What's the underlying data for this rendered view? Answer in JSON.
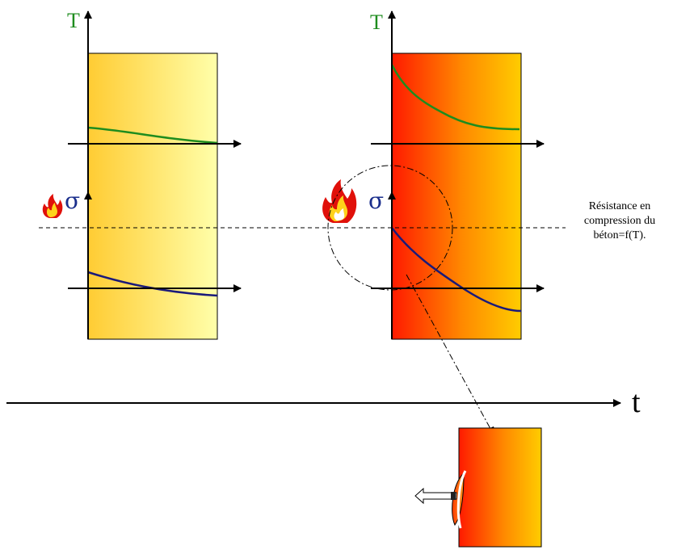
{
  "labels": {
    "left_temperature_axis": "T",
    "right_temperature_axis": "T",
    "left_stress_axis": "σ",
    "right_stress_axis": "σ",
    "time_axis": "t",
    "annotation_line1": "Résistance en",
    "annotation_line2": "compression du",
    "annotation_line3": "béton=f(T)."
  },
  "colors": {
    "temperature_curve": "#1e8c1e",
    "stress_curve": "#1a1a7a",
    "temperature_label": "#1e8c1e",
    "stress_label": "#1a2e8c",
    "cool_wall_start": "#ffcc33",
    "cool_wall_end": "#ffffaa",
    "hot_wall_start": "#ff1a00",
    "hot_wall_end": "#ffcc00"
  },
  "icons": [
    "small-fire-icon",
    "large-fire-icon",
    "spalling-arrow-icon"
  ]
}
